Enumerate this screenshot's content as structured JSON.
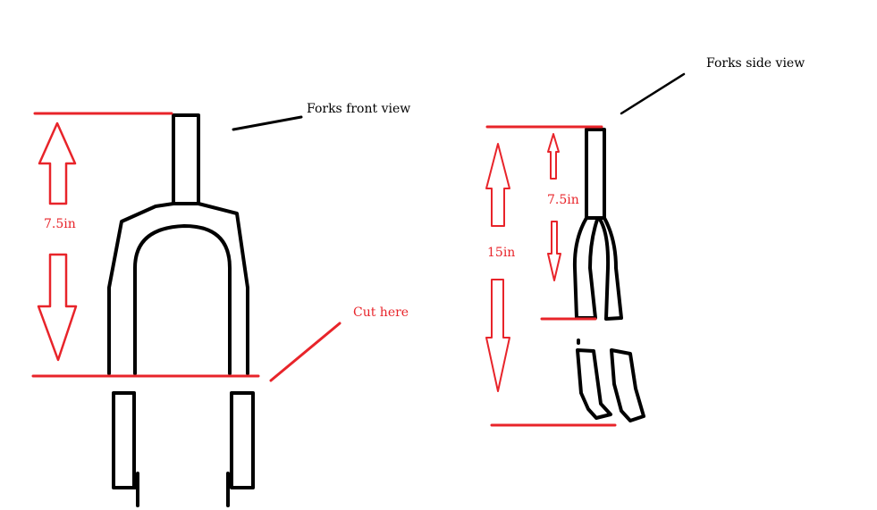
{
  "colors": {
    "ink": "#000000",
    "accent": "#e8242a",
    "background": "#ffffff"
  },
  "labels": {
    "front_view": "Forks front view",
    "side_view": "Forks side view",
    "cut_here": "Cut here",
    "front_length": "7.5in",
    "side_upper_length": "7.5in",
    "side_total_length": "15in"
  }
}
